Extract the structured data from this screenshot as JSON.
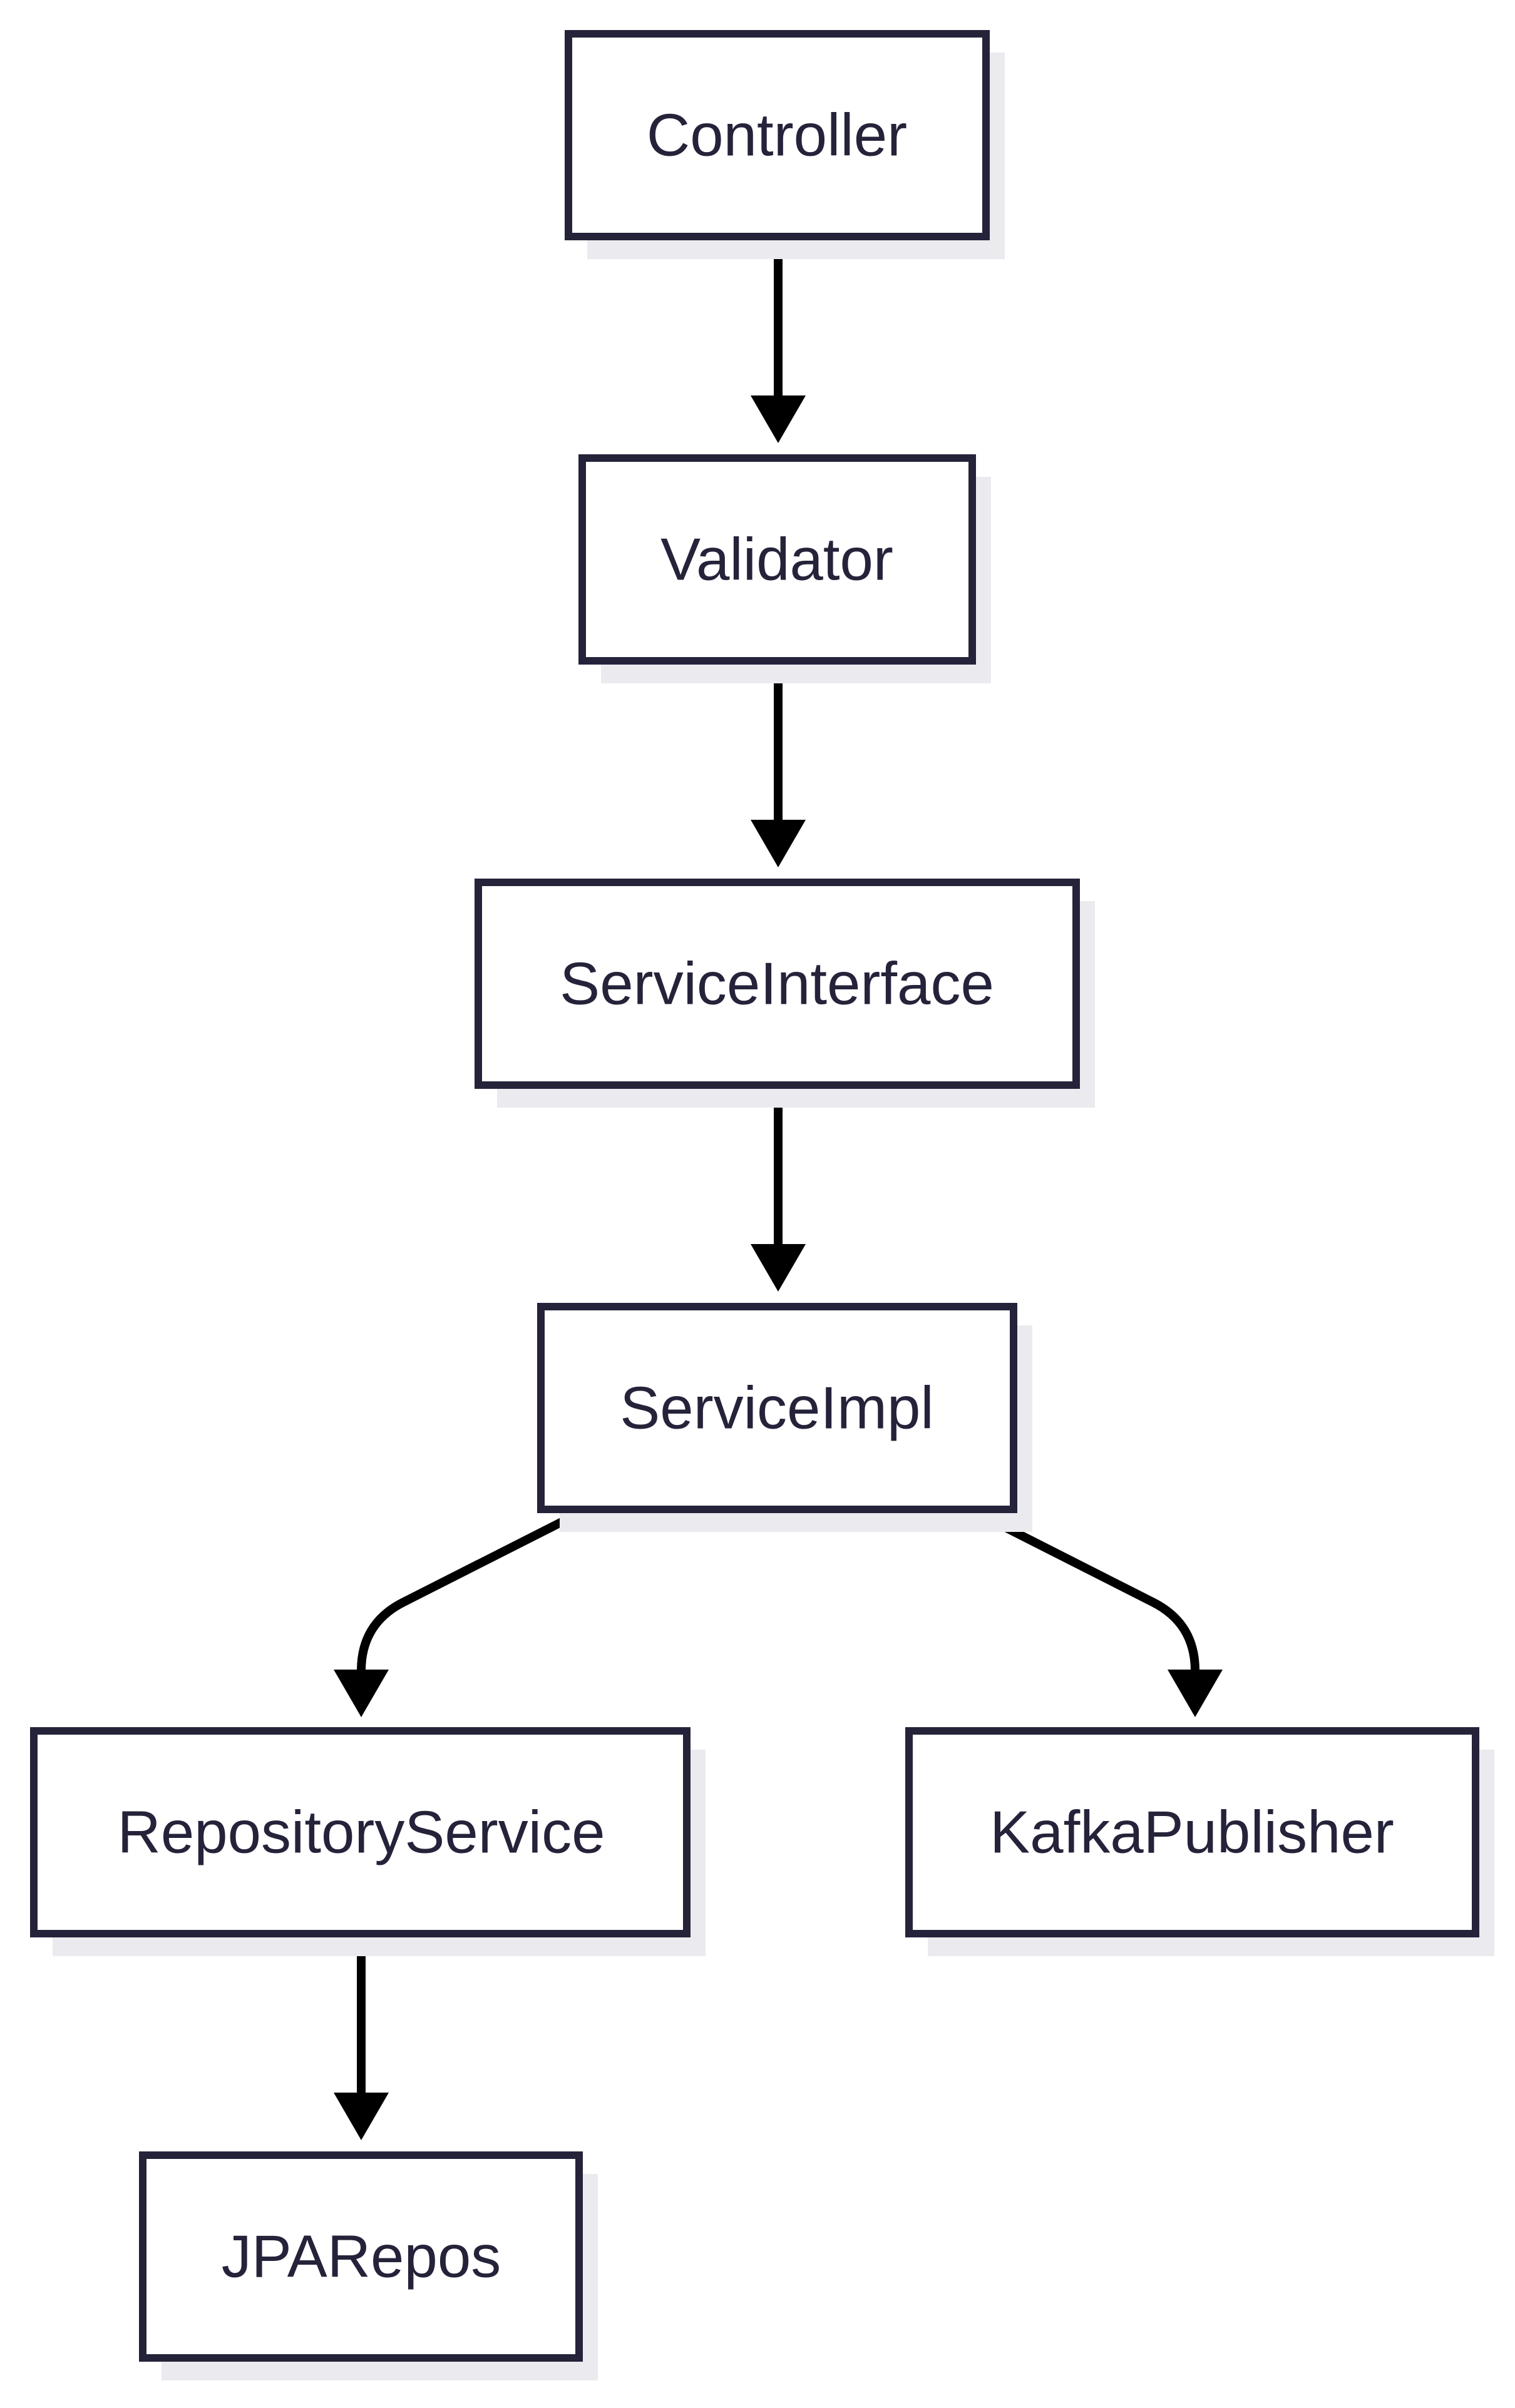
{
  "diagram": {
    "type": "flowchart",
    "direction": "top-down",
    "colors": {
      "node_border": "#24233a",
      "node_fill": "#ffffff",
      "node_shadow": "#ebebef",
      "edge": "#000000",
      "label": "#24233a"
    },
    "nodes": [
      {
        "id": "controller",
        "label": "Controller"
      },
      {
        "id": "validator",
        "label": "Validator"
      },
      {
        "id": "service-interface",
        "label": "ServiceInterface"
      },
      {
        "id": "service-impl",
        "label": "ServiceImpl"
      },
      {
        "id": "repository-service",
        "label": "RepositoryService"
      },
      {
        "id": "kafka-publisher",
        "label": "KafkaPublisher"
      },
      {
        "id": "jpa-repos",
        "label": "JPARepos"
      }
    ],
    "edges": [
      {
        "from": "controller",
        "to": "validator"
      },
      {
        "from": "validator",
        "to": "service-interface"
      },
      {
        "from": "service-interface",
        "to": "service-impl"
      },
      {
        "from": "service-impl",
        "to": "repository-service"
      },
      {
        "from": "service-impl",
        "to": "kafka-publisher"
      },
      {
        "from": "repository-service",
        "to": "jpa-repos"
      }
    ]
  }
}
